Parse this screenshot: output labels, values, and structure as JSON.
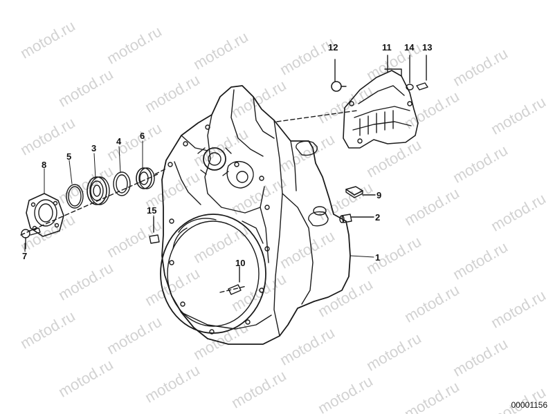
{
  "diagram": {
    "code": "00001156",
    "watermark": "motod.ru",
    "callouts": [
      {
        "id": "1",
        "label": "1"
      },
      {
        "id": "2",
        "label": "2"
      },
      {
        "id": "3",
        "label": "3"
      },
      {
        "id": "4",
        "label": "4"
      },
      {
        "id": "5",
        "label": "5"
      },
      {
        "id": "6",
        "label": "6"
      },
      {
        "id": "7",
        "label": "7"
      },
      {
        "id": "8",
        "label": "8"
      },
      {
        "id": "9",
        "label": "9"
      },
      {
        "id": "10",
        "label": "10"
      },
      {
        "id": "11",
        "label": "11"
      },
      {
        "id": "12",
        "label": "12"
      },
      {
        "id": "13",
        "label": "13"
      },
      {
        "id": "14",
        "label": "14"
      },
      {
        "id": "15",
        "label": "15"
      }
    ]
  }
}
